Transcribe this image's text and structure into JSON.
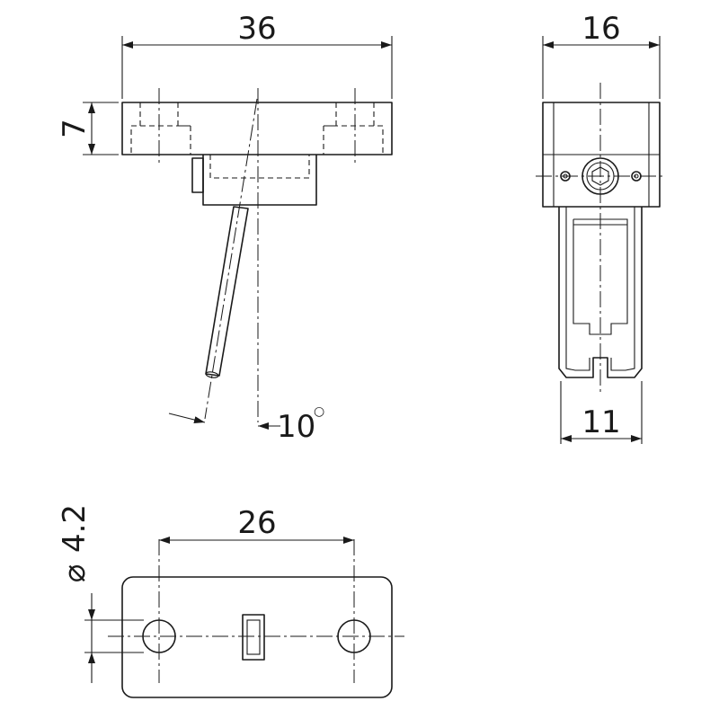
{
  "front_view": {
    "dim_width": "36",
    "dim_height": "7",
    "dim_angle": "10",
    "degree_symbol": "○"
  },
  "side_view": {
    "dim_top": "16",
    "dim_bottom": "11"
  },
  "bottom_view": {
    "dim_spacing": "26",
    "dim_hole": "4.2",
    "diameter_symbol": "⌀"
  }
}
